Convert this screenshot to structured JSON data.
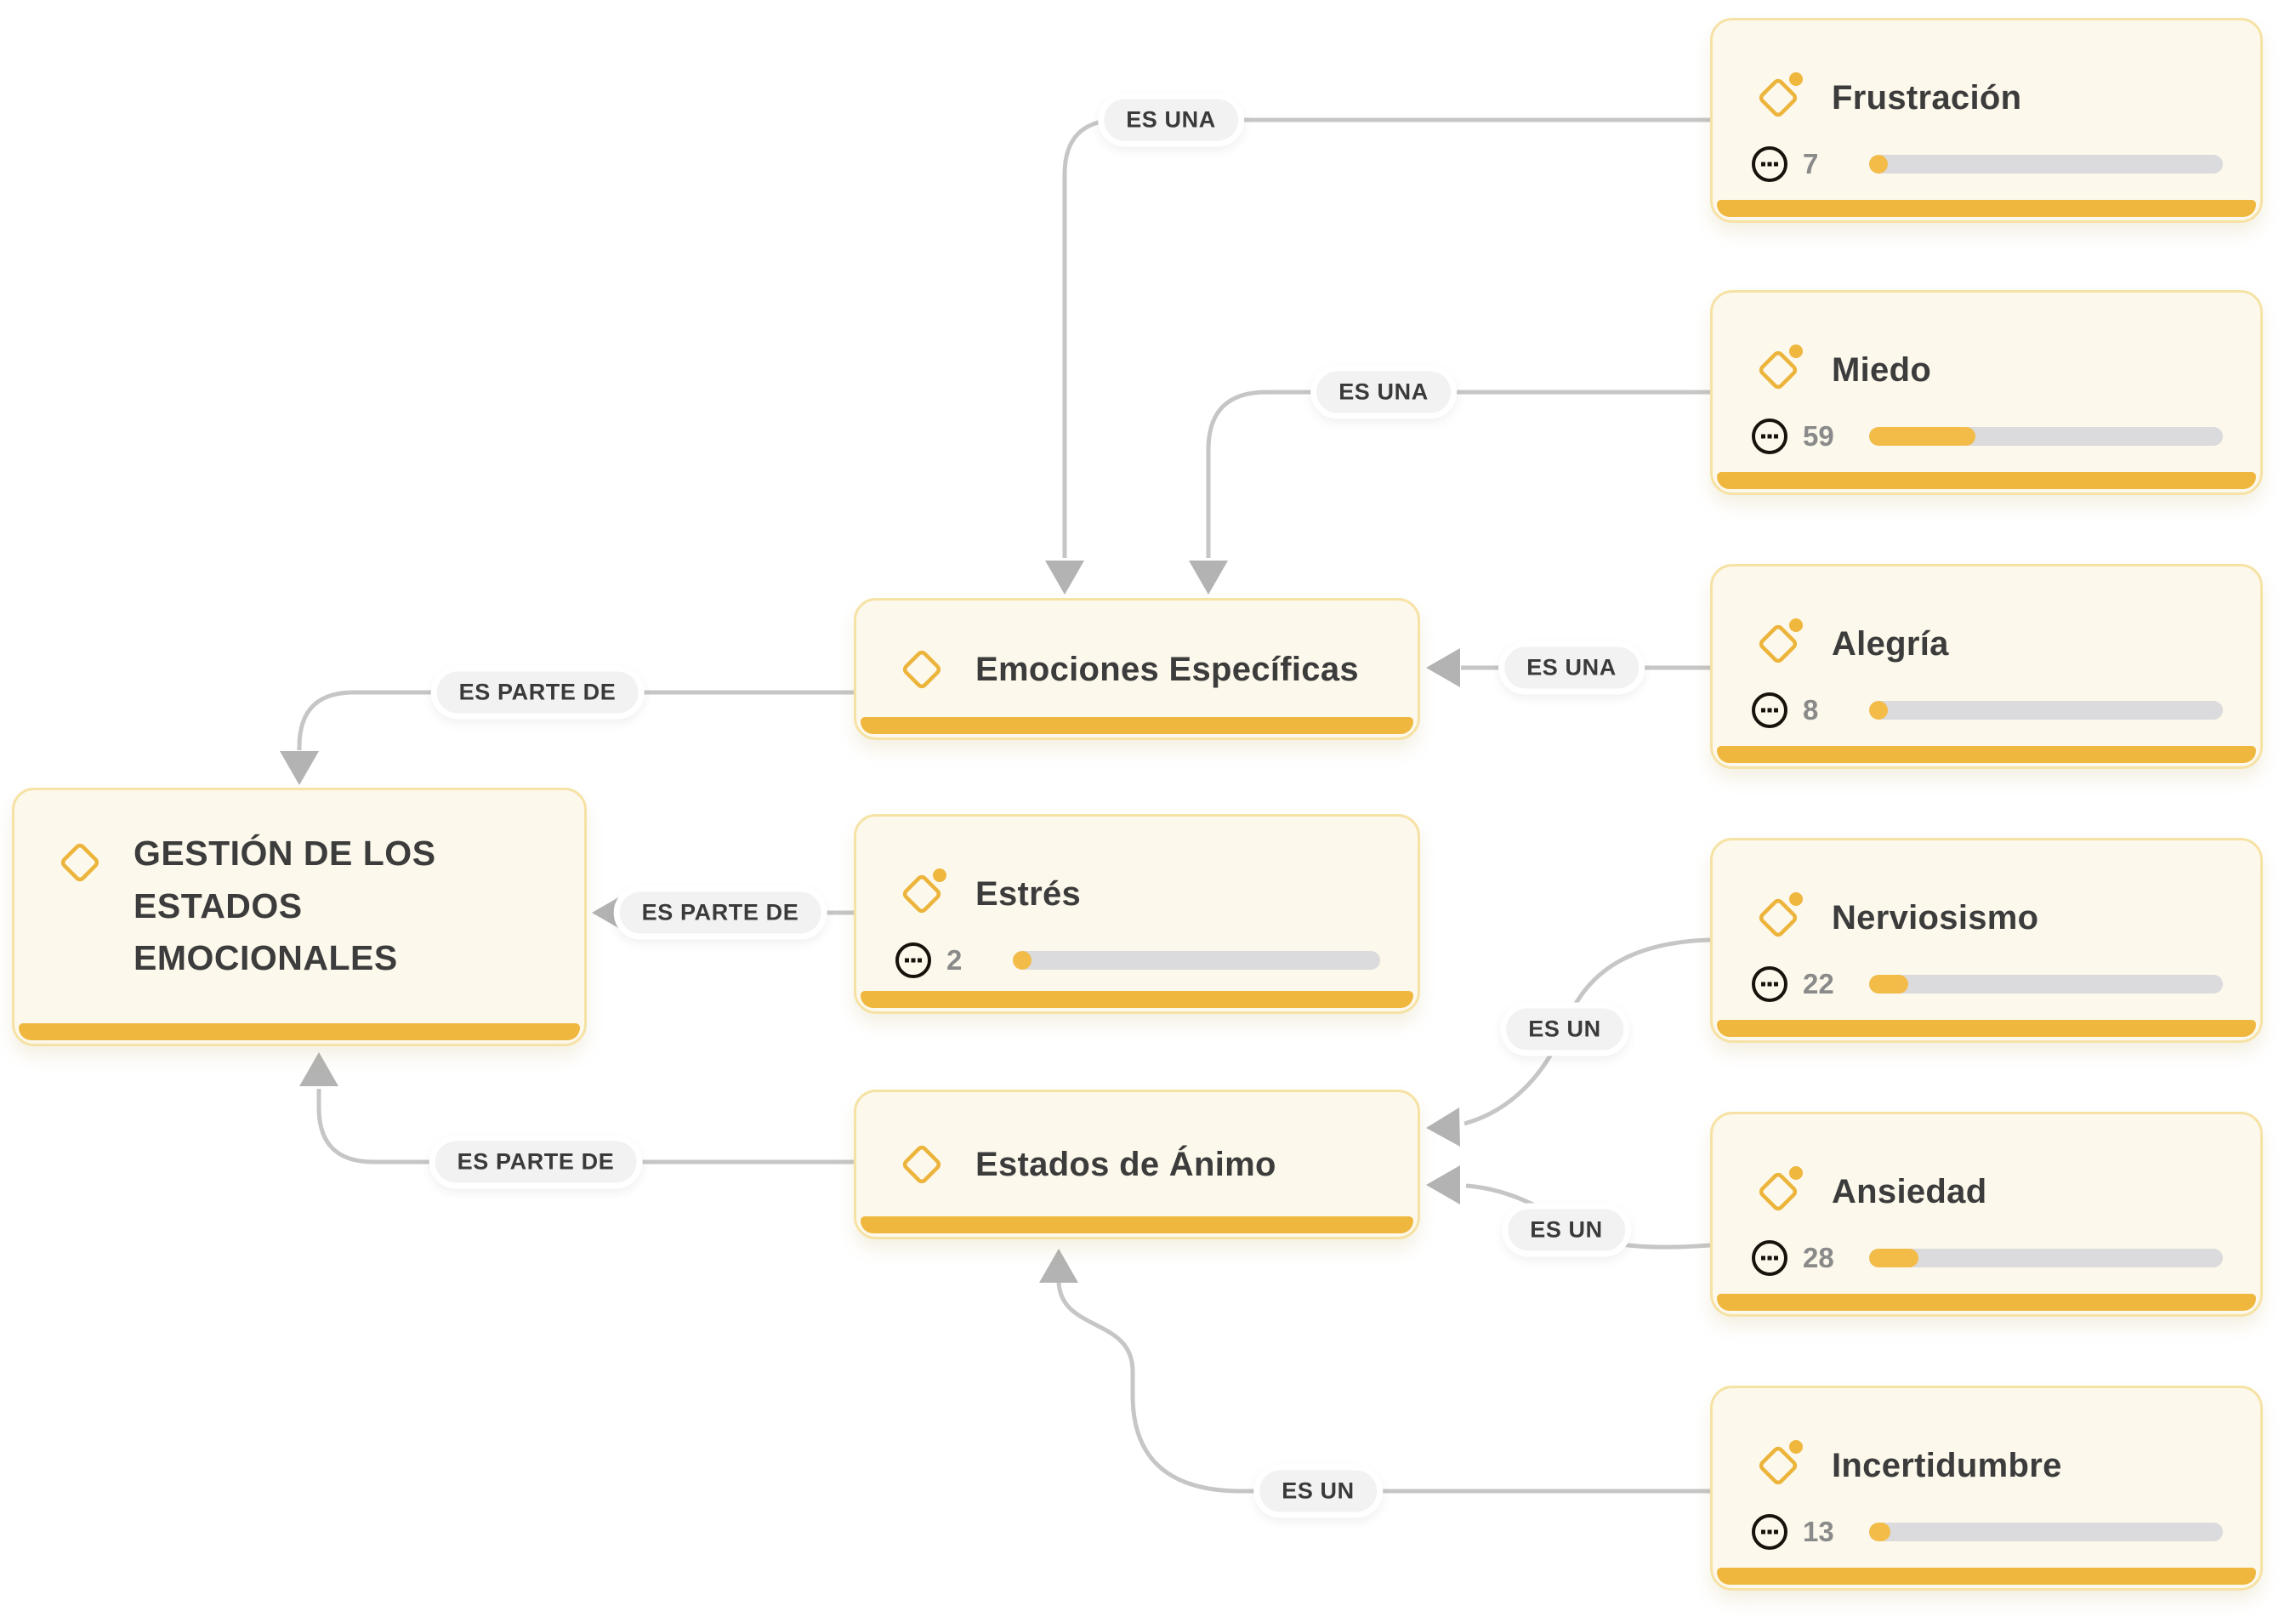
{
  "app": {
    "view": "concept-map",
    "language": "es",
    "accent_color": "#F0B73E",
    "card_background": "#FCF8EB",
    "card_border_color": "#F6E2A5",
    "edge_color": "#C6C6C6",
    "bar_track_color": "#DBDADD",
    "bar_fill_color": "#F3BC49"
  },
  "nodes": {
    "gestion": {
      "label": "GESTIÓN DE LOS ESTADOS EMOCIONALES",
      "type": "hub"
    },
    "emociones": {
      "label": "Emociones Específicas",
      "type": "hub"
    },
    "estres": {
      "label": "Estrés",
      "type": "leaf",
      "count": "2",
      "progress_pct": 1.5
    },
    "animo": {
      "label": "Estados de Ánimo",
      "type": "hub"
    },
    "frustracion": {
      "label": "Frustración",
      "type": "leaf",
      "count": "7",
      "progress_pct": 3
    },
    "miedo": {
      "label": "Miedo",
      "type": "leaf",
      "count": "59",
      "progress_pct": 30
    },
    "alegria": {
      "label": "Alegría",
      "type": "leaf",
      "count": "8",
      "progress_pct": 4
    },
    "nerviosismo": {
      "label": "Nerviosismo",
      "type": "leaf",
      "count": "22",
      "progress_pct": 11
    },
    "ansiedad": {
      "label": "Ansiedad",
      "type": "leaf",
      "count": "28",
      "progress_pct": 14
    },
    "incertidumbre": {
      "label": "Incertidumbre",
      "type": "leaf",
      "count": "13",
      "progress_pct": 6
    }
  },
  "edges": [
    {
      "label": "ES UNA",
      "from": "Frustración",
      "to": "Emociones Específicas"
    },
    {
      "label": "ES UNA",
      "from": "Miedo",
      "to": "Emociones Específicas"
    },
    {
      "label": "ES UNA",
      "from": "Alegría",
      "to": "Emociones Específicas"
    },
    {
      "label": "ES PARTE DE",
      "from": "Emociones Específicas",
      "to": "GESTIÓN DE LOS ESTADOS EMOCIONALES"
    },
    {
      "label": "ES PARTE DE",
      "from": "Estrés",
      "to": "GESTIÓN DE LOS ESTADOS EMOCIONALES"
    },
    {
      "label": "ES PARTE DE",
      "from": "Estados de Ánimo",
      "to": "GESTIÓN DE LOS ESTADOS EMOCIONALES"
    },
    {
      "label": "ES UN",
      "from": "Nerviosismo",
      "to": "Estados de Ánimo"
    },
    {
      "label": "ES UN",
      "from": "Ansiedad",
      "to": "Estados de Ánimo"
    },
    {
      "label": "ES UN",
      "from": "Incertidumbre",
      "to": "Estados de Ánimo"
    }
  ]
}
